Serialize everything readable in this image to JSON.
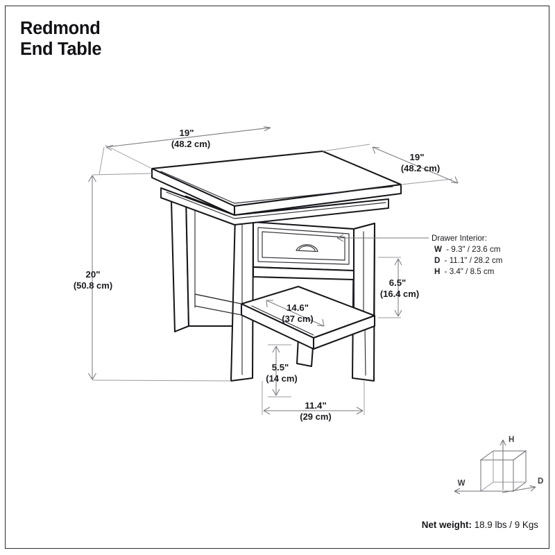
{
  "product": {
    "name": "Redmond",
    "type": "End Table"
  },
  "dimensions": {
    "top_left": {
      "inches": "19\"",
      "metric": "(48.2 cm)"
    },
    "top_right": {
      "inches": "19\"",
      "metric": "(48.2 cm)"
    },
    "height": {
      "inches": "20\"",
      "metric": "(50.8 cm)"
    },
    "shelf_clearance": {
      "inches": "6.5\"",
      "metric": "(16.4 cm)"
    },
    "shelf_depth": {
      "inches": "14.6\"",
      "metric": "(37 cm)"
    },
    "floor_to_shelf": {
      "inches": "5.5\"",
      "metric": "(14 cm)"
    },
    "base_width": {
      "inches": "11.4\"",
      "metric": "(29 cm)"
    }
  },
  "drawer_callout": {
    "title": "Drawer Interior:",
    "rows": [
      {
        "key": "W",
        "value": "- 9.3\" / 23.6 cm"
      },
      {
        "key": "D",
        "value": "- 11.1\" / 28.2 cm"
      },
      {
        "key": "H",
        "value": "- 3.4\" / 8.5 cm"
      }
    ]
  },
  "cube_legend": {
    "width_label": "W",
    "height_label": "H",
    "depth_label": "D"
  },
  "net_weight": {
    "label": "Net weight:",
    "value": "18.9 lbs / 9 Kgs"
  },
  "colors": {
    "ink": "#16161b",
    "dimension_gray": "#7a7a82",
    "border": "#2b2b33",
    "background": "#ffffff"
  }
}
